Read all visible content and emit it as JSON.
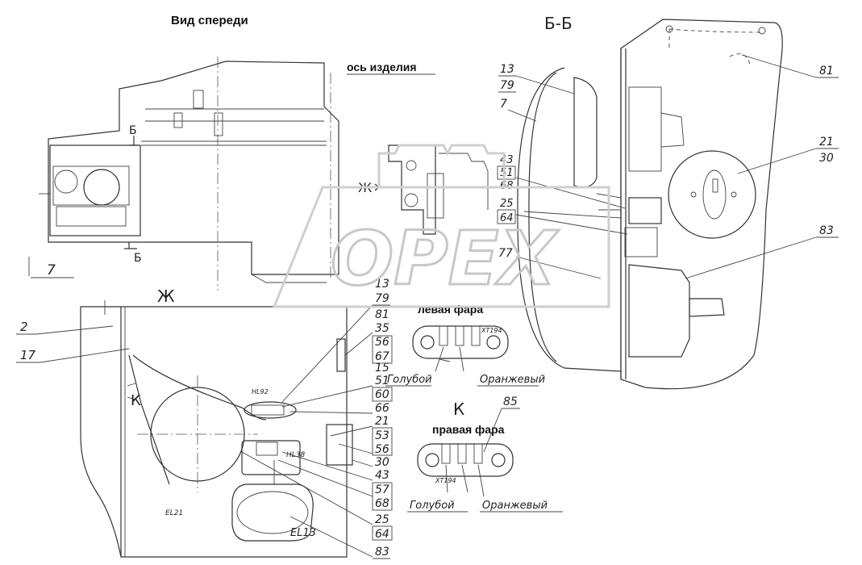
{
  "headings": {
    "front_view": "Вид спереди",
    "section_bb": "Б-Б",
    "product_axis": "ось изделия",
    "left_headlight": "левая фара",
    "right_headlight": "правая фара",
    "view_zh": "Ж",
    "view_k": "К"
  },
  "section_marks": {
    "b_top": "Б",
    "b_bottom": "Б",
    "zh_arrow": "Ж",
    "k_arrow": "К"
  },
  "reference_designators": {
    "hl92": "HL92",
    "hl38": "HL38",
    "el21": "EL21",
    "el13": "EL13",
    "xt194_left": "XT194",
    "xt194_right": "XT194"
  },
  "wire_colors": {
    "left_blue": "Голубой",
    "left_orange": "Оранжевый",
    "right_blue": "Голубой",
    "right_orange": "Оранжевый"
  },
  "watermark": "OPEX",
  "callouts_view_zh": {
    "left": [
      "2",
      "17"
    ],
    "right": [
      "13",
      "79",
      "81",
      "35",
      "56",
      "67",
      "15",
      "51",
      "60",
      "66",
      "21",
      "53",
      "56",
      "30",
      "43",
      "57",
      "68",
      "25",
      "64",
      "83"
    ]
  },
  "callouts_front_view": [
    "7"
  ],
  "callouts_section_bb": {
    "left": [
      "13",
      "79",
      "7",
      "43",
      "51",
      "68",
      "25",
      "64",
      "77"
    ],
    "right": [
      "81",
      "21",
      "30",
      "83"
    ]
  },
  "callouts_right_headlight": [
    "85"
  ]
}
